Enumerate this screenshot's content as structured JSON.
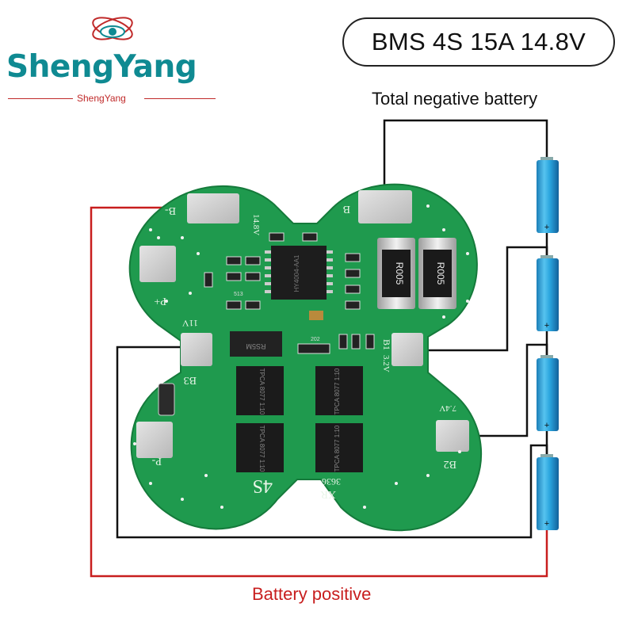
{
  "brand": {
    "name": "ShengYang",
    "sub": "ShengYang",
    "accent": "#0f8a92",
    "secondary": "#c02a2a"
  },
  "title": "BMS 4S 15A 14.8V",
  "labels": {
    "total_negative": "Total negative battery",
    "battery_positive": "Battery positive"
  },
  "board": {
    "color": "#1f9a4e",
    "silkscreen": {
      "b_minus": "B-",
      "v14_8": "14.8V",
      "b_plus_pad": "B",
      "p_plus": "P+",
      "v11": "11V",
      "b3": "B3",
      "b1": "B1",
      "v3_2": "3.2V",
      "v7_4": "7.4V",
      "b2": "B2",
      "p_minus": "P-",
      "s4": "4S",
      "xr": "XR",
      "code": "3636",
      "ic": "HY4004-AA1",
      "shunt1": "R005",
      "shunt2": "R005",
      "diode": "RS5M",
      "mos1": "TPCA 8077 1:10",
      "mos2": "TPCA 8077 1:10",
      "mos3": "TPCA 8077 1:10",
      "mos4": "TPCA 8077 1:10",
      "r1": "513",
      "r2": "202"
    }
  },
  "battery_cells": [
    {
      "plus": "+"
    },
    {
      "plus": "+"
    },
    {
      "plus": "+"
    },
    {
      "plus": "+"
    }
  ],
  "wire_colors": {
    "negative": "#111111",
    "positive": "#c81e1e",
    "cell": "#29a8e0"
  }
}
